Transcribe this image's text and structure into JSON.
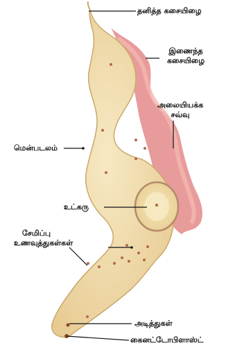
{
  "labels": {
    "flagellum": "தனித்த கசையிழை",
    "attached_flagellum_1": "இணைந்த",
    "attached_flagellum_2": "கசையிழை",
    "undulating_1": "அலையியக்க",
    "undulating_2": "சவ்வு",
    "pellicle": "மென்படலம்",
    "nucleus": "உட்கரு",
    "food_1": "சேமிப்பு",
    "food_2": "உணவுத்துகள்கள்",
    "basal_body": "அடித்துகள்",
    "kinetoplast": "கைனட்டோபிளாஸ்ட்"
  },
  "colors": {
    "body_fill": "#f1dca8",
    "body_edge": "#c9a86a",
    "membrane": "#e48a8a",
    "membrane_light": "#f4b8b0",
    "nucleus_ring": "#b48a6a",
    "granule": "#b4694a",
    "line": "#111111"
  }
}
